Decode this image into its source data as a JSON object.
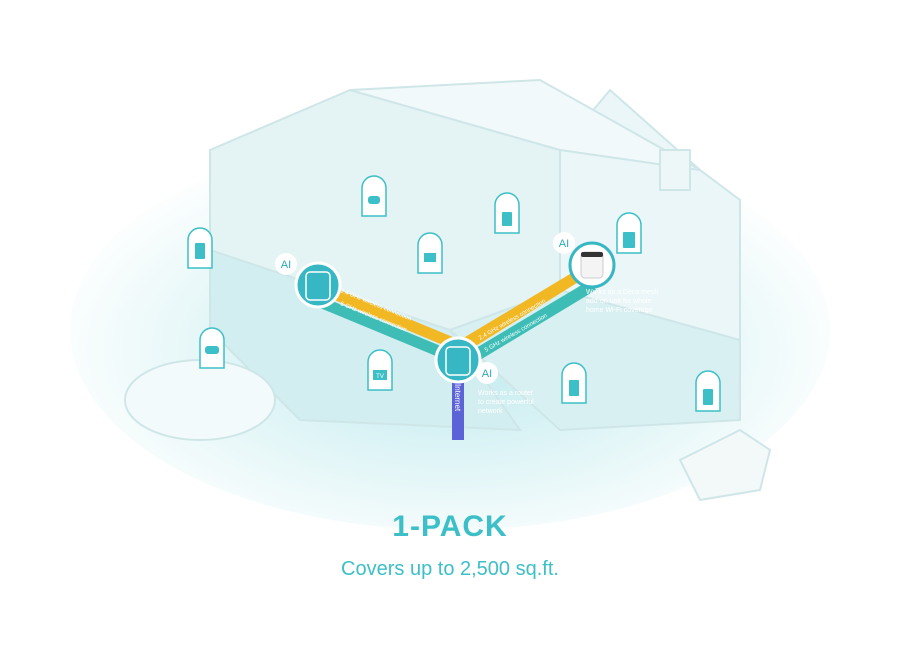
{
  "product": {
    "pack_label": "1-PACK",
    "coverage": "Covers up to 2,500 sq.ft."
  },
  "diagram": {
    "ai_badge": "AI",
    "band_24": "2.4 GHz wireless connection",
    "band_5": "5 GHz wireless connection",
    "internet_label": "Internet",
    "tv_label": "TV",
    "main_unit_caption": [
      "Works as a router",
      "to create powerful",
      "network"
    ],
    "addon_unit_caption": [
      "Works as a Deco mesh",
      "add-on unit for whole",
      "home Wi-Fi coverage"
    ],
    "colors": {
      "accent": "#3cbfc6",
      "band_24": "#f2b824",
      "band_5": "#3dbdb5",
      "internet": "#5b63d6",
      "house": "#d6eef0"
    }
  }
}
